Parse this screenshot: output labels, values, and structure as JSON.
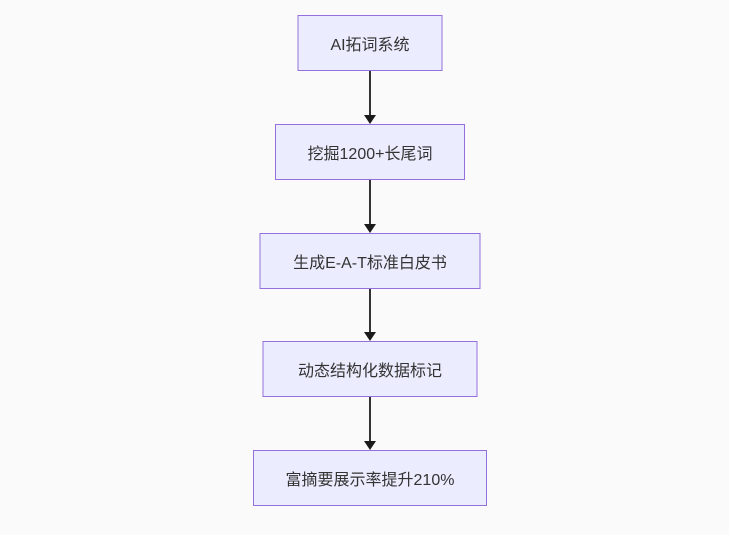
{
  "diagram": {
    "type": "flowchart-top-down",
    "nodes": [
      {
        "id": "step-1",
        "label": "AI拓词系统"
      },
      {
        "id": "step-2",
        "label": "挖掘1200+长尾词"
      },
      {
        "id": "step-3",
        "label": "生成E-A-T标准白皮书"
      },
      {
        "id": "step-4",
        "label": "动态结构化数据标记"
      },
      {
        "id": "step-5",
        "label": "富摘要展示率提升210%"
      }
    ],
    "edges": [
      {
        "from": "step-1",
        "to": "step-2"
      },
      {
        "from": "step-2",
        "to": "step-3"
      },
      {
        "from": "step-3",
        "to": "step-4"
      },
      {
        "from": "step-4",
        "to": "step-5"
      }
    ],
    "colors": {
      "background": "#fafafa",
      "node_fill": "#ECECFF",
      "node_border": "#9370DB",
      "text": "#333333",
      "arrow": "#333333"
    }
  }
}
